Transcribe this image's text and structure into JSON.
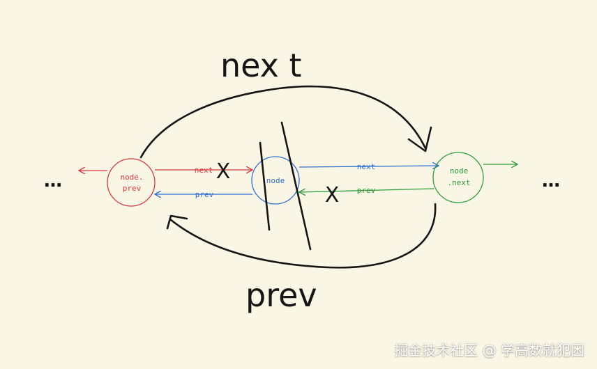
{
  "nodes": {
    "prev": {
      "line1": "node.",
      "line2": "prev",
      "color": "#d9363e"
    },
    "current": {
      "label": "node",
      "color": "#2f6fd0"
    },
    "next": {
      "line1": "node",
      "line2": ".next",
      "color": "#2e9c3a"
    }
  },
  "links": {
    "prev_next": "next",
    "current_prev": "prev",
    "current_next": "next",
    "next_prev": "prev"
  },
  "annotations": {
    "top_label": "nex t",
    "bottom_label": "prev",
    "cut_mark_1": "X",
    "cut_mark_2": "X"
  },
  "ellipsis_left": "…",
  "ellipsis_right": "…",
  "watermark": "掘金技术社区 @ 学高数就犯困"
}
